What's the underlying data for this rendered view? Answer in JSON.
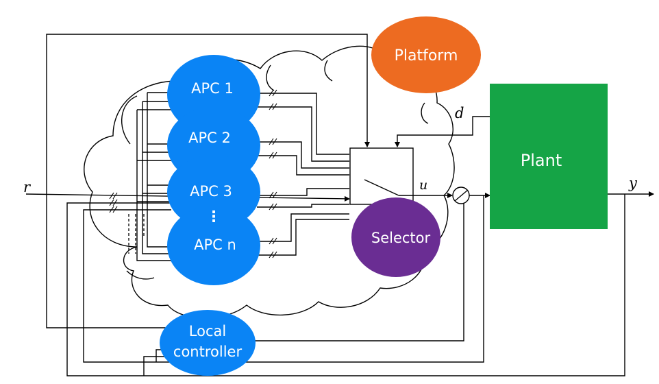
{
  "nodes": {
    "platform": {
      "label": "Platform",
      "color": "#ED6B21"
    },
    "apc1": {
      "label": "APC 1",
      "color": "#0A84F5"
    },
    "apc2": {
      "label": "APC 2",
      "color": "#0A84F5"
    },
    "apc3": {
      "label": "APC 3",
      "color": "#0A84F5"
    },
    "apc_ellipsis": {
      "label": "⋮"
    },
    "apcn": {
      "label": "APC n",
      "color": "#0A84F5"
    },
    "selector": {
      "label": "Selector",
      "color": "#6A2D93"
    },
    "plant": {
      "label": "Plant",
      "color": "#15A446"
    },
    "local_controller": {
      "line1": "Local",
      "line2": "controller",
      "color": "#0A84F5"
    }
  },
  "signals": {
    "r": "r",
    "d": "d",
    "u": "u",
    "y": "y"
  }
}
